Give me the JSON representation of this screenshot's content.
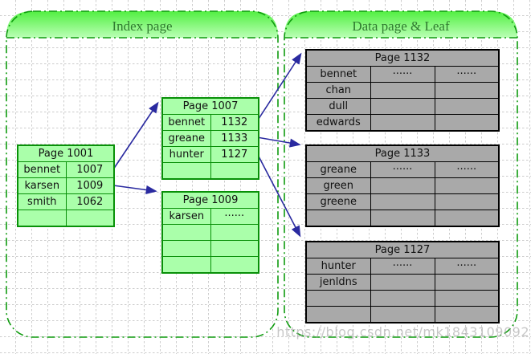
{
  "containers": {
    "index": {
      "title": "Index page"
    },
    "data": {
      "title": "Data page & Leaf"
    }
  },
  "tables": {
    "p1001": {
      "title": "Page 1001",
      "rows": [
        [
          "bennet",
          "1007"
        ],
        [
          "karsen",
          "1009"
        ],
        [
          "smith",
          "1062"
        ],
        [
          "",
          ""
        ]
      ]
    },
    "p1007": {
      "title": "Page 1007",
      "rows": [
        [
          "bennet",
          "1132"
        ],
        [
          "greane",
          "1133"
        ],
        [
          "hunter",
          "1127"
        ],
        [
          "",
          ""
        ]
      ]
    },
    "p1009": {
      "title": "Page 1009",
      "rows": [
        [
          "karsen",
          "······"
        ],
        [
          "",
          ""
        ],
        [
          "",
          ""
        ],
        [
          "",
          ""
        ]
      ]
    },
    "p1132": {
      "title": "Page 1132",
      "rows": [
        [
          "bennet",
          "······",
          "······"
        ],
        [
          "chan",
          "",
          ""
        ],
        [
          "dull",
          "",
          ""
        ],
        [
          "edwards",
          "",
          ""
        ]
      ]
    },
    "p1133": {
      "title": "Page 1133",
      "rows": [
        [
          "greane",
          "······",
          "······"
        ],
        [
          "green",
          "",
          ""
        ],
        [
          "greene",
          "",
          ""
        ],
        [
          "",
          "",
          ""
        ]
      ]
    },
    "p1127": {
      "title": "Page 1127",
      "rows": [
        [
          "hunter",
          "······",
          "······"
        ],
        [
          "jenldns",
          "",
          ""
        ],
        [
          "",
          "",
          ""
        ],
        [
          "",
          "",
          ""
        ]
      ]
    }
  },
  "watermark": "https://blog.csdn.net/mk1843109092",
  "colors": {
    "container_border": "#0f9b0f",
    "header_gradient_top": "#52ef42",
    "header_gradient_bottom": "#baffb5",
    "header_text": "#2f7a2f",
    "green_table_fill": "#aaffaa",
    "green_table_border": "#089008",
    "gray_table_fill": "#a9a9a9",
    "gray_table_border": "#000000",
    "arrow": "#2a2aa0",
    "grid_line": "#cccccc"
  }
}
